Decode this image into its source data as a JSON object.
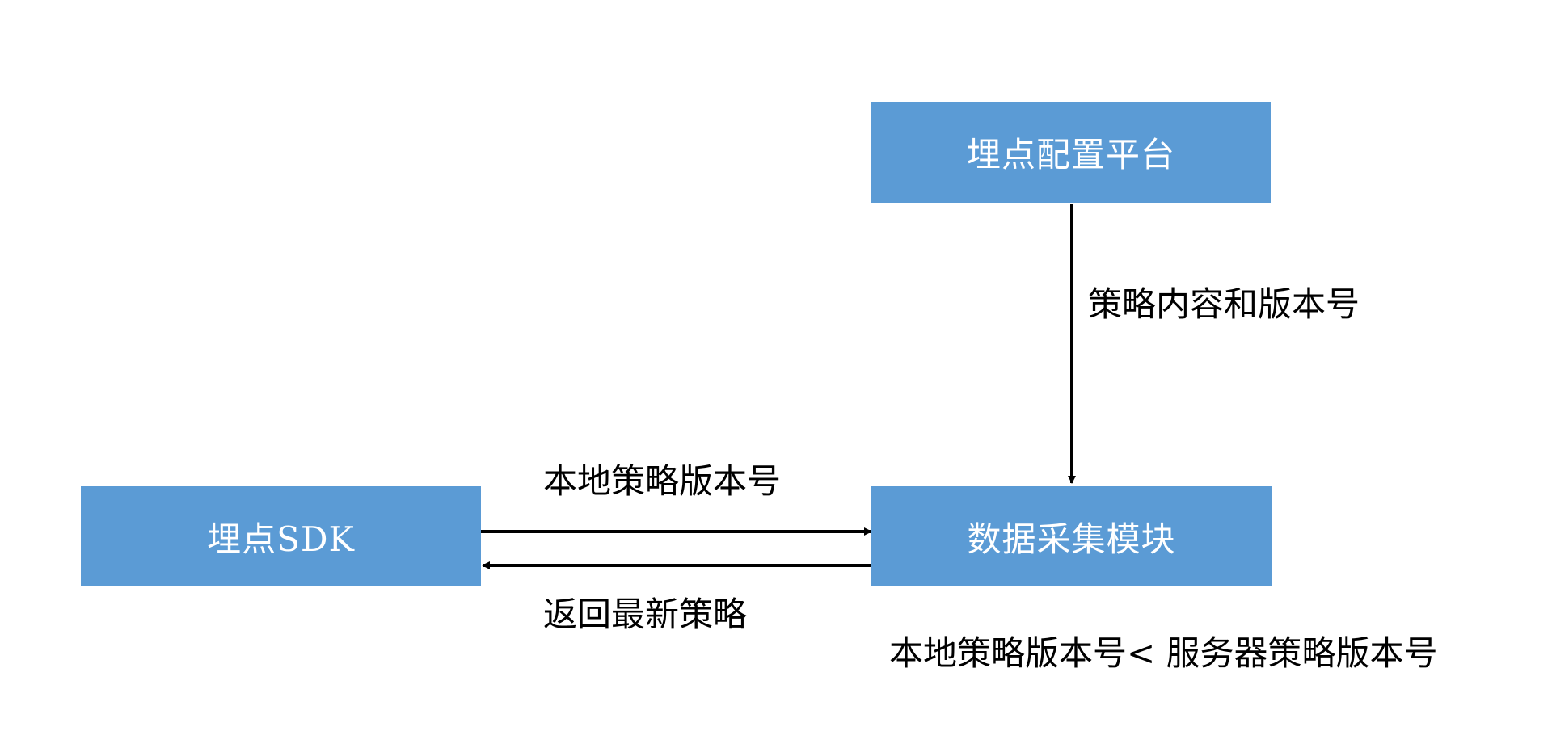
{
  "colors": {
    "box_fill": "#5B9BD5",
    "box_text": "#FFFFFF",
    "line": "#000000",
    "text": "#000000"
  },
  "nodes": {
    "platform": "埋点配置平台",
    "sdk": "埋点SDK",
    "collector": "数据采集模块"
  },
  "edges": {
    "platform_to_collector": "策略内容和版本号",
    "sdk_to_collector": "本地策略版本号",
    "collector_to_sdk": "返回最新策略"
  },
  "condition": "本地策略版本号< 服务器策略版本号"
}
